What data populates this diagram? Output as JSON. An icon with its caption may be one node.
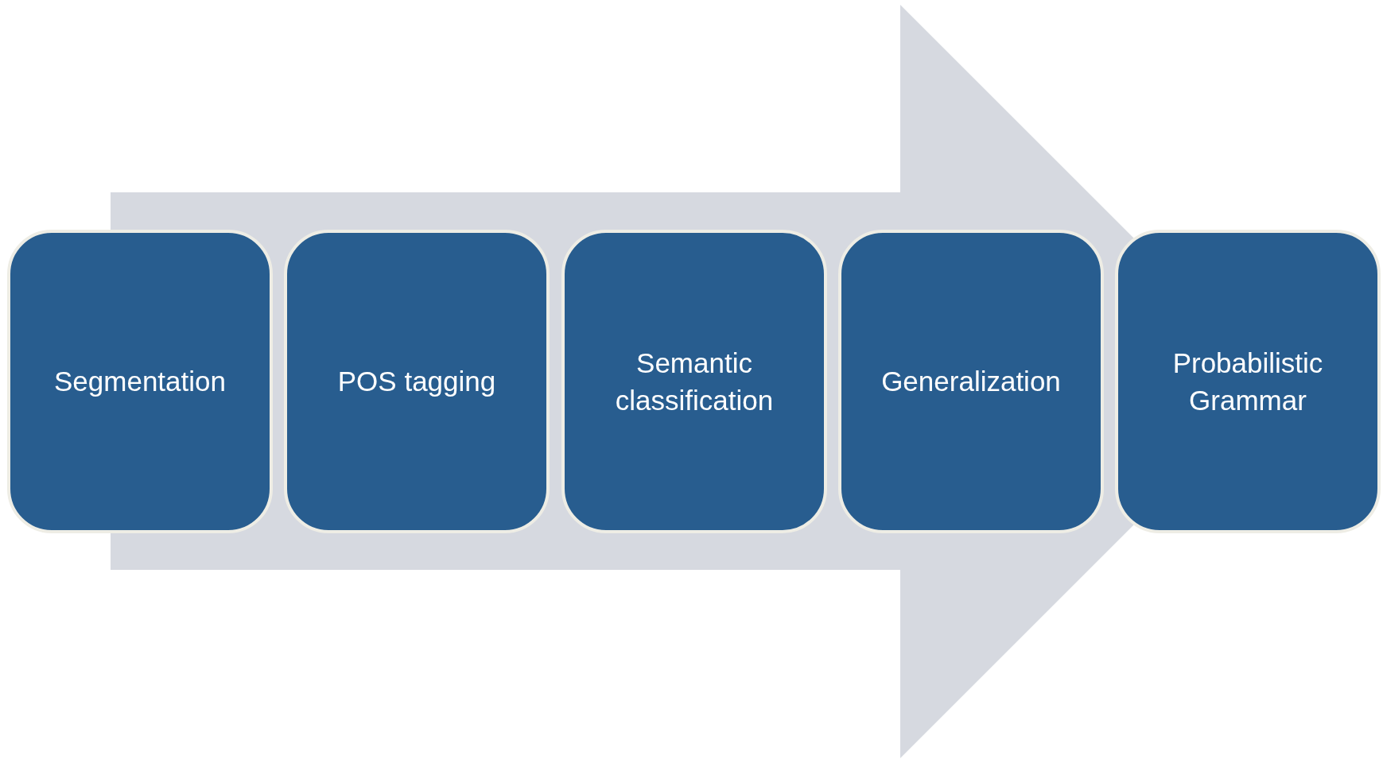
{
  "diagram": {
    "nodes": [
      {
        "text": [
          "Segmentation"
        ]
      },
      {
        "text": [
          "POS tagging"
        ]
      },
      {
        "text": [
          "Semantic classification"
        ]
      },
      {
        "text": [
          "Generalization"
        ]
      },
      {
        "text": [
          "Probabilistic Grammar"
        ]
      }
    ],
    "edges": [
      {
        "from": 0,
        "to": 4,
        "arrow": "to"
      }
    ]
  }
}
